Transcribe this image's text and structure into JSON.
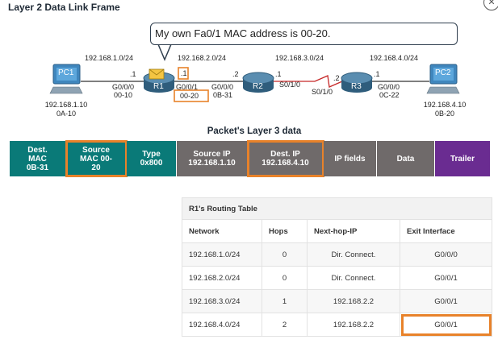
{
  "title": "Layer 2 Data Link Frame",
  "close_icon": "close-icon",
  "bubble": "My own Fa0/1 MAC address is 00-20.",
  "diagram": {
    "net1": "192.168.1.0/24",
    "net2": "192.168.2.0/24",
    "net3": "192.168.3.0/24",
    "net4": "192.168.4.0/24",
    "pc1": {
      "name": "PC1",
      "ip": "192.168.1.10",
      "mac": "0A-10"
    },
    "pc2": {
      "name": "PC2",
      "ip": "192.168.4.10",
      "mac": "0B-20"
    },
    "r1": {
      "name": "R1",
      "g000": "G0/0/0",
      "g000_mac": "00-10",
      "dot1_left": ".1",
      "dot1_right": ".1",
      "g001": "G0/0/1",
      "g001_mac": "00-20"
    },
    "r2": {
      "name": "R2",
      "dot2": ".2",
      "g000": "G0/0/0",
      "g000_mac": "0B-31",
      "dot1": ".1",
      "s010": "S0/1/0"
    },
    "r3": {
      "name": "R3",
      "dot2": ".2",
      "s010": "S0/1/0",
      "dot1": ".1",
      "g000": "G0/0/0",
      "g000_mac": "0C-22"
    }
  },
  "l3_title": "Packet's Layer 3 data",
  "frame": [
    {
      "label": "Dest.\nMAC\n0B-31",
      "color": "#0a7a78"
    },
    {
      "label": "Source\nMAC 00-\n20",
      "color": "#0a7a78"
    },
    {
      "label": "Type\n0x800",
      "color": "#0a7a78"
    },
    {
      "label": "Source IP\n192.168.1.10",
      "color": "#6f6a6a"
    },
    {
      "label": "Dest. IP\n192.168.4.10",
      "color": "#6f6a6a"
    },
    {
      "label": "IP fields",
      "color": "#6f6a6a"
    },
    {
      "label": "Data",
      "color": "#6f6a6a"
    },
    {
      "label": "Trailer",
      "color": "#6a2c91"
    }
  ],
  "routing_table": {
    "caption": "R1's Routing Table",
    "headers": [
      "Network",
      "Hops",
      "Next-hop-IP",
      "Exit Interface"
    ],
    "rows": [
      [
        "192.168.1.0/24",
        "0",
        "Dir. Connect.",
        "G0/0/0"
      ],
      [
        "192.168.2.0/24",
        "0",
        "Dir. Connect.",
        "G0/0/1"
      ],
      [
        "192.168.3.0/24",
        "1",
        "192.168.2.2",
        "G0/0/1"
      ],
      [
        "192.168.4.0/24",
        "2",
        "192.168.2.2",
        "G0/0/1"
      ]
    ]
  },
  "highlight_color": "#e8822a"
}
